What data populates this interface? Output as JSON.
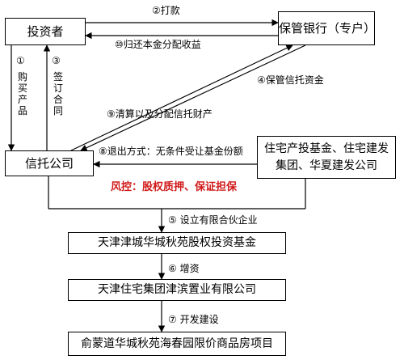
{
  "nodes": {
    "investor": "投资者",
    "custodian_bank": "保管银行（专户）",
    "trust_company": "信托公司",
    "sponsors": "住宅产投基金、住宅建发集团、华夏建发公司",
    "fund": "天津津城华城秋苑股权投资基金",
    "project_company": "天津住宅集团津滨置业有限公司",
    "project": "俞蒙道华城秋苑海春园限价商品房项目"
  },
  "edges": {
    "e1": {
      "num": "①",
      "text": "购买产品"
    },
    "e2": "②打款",
    "e3": {
      "num": "③",
      "text": "签订合同"
    },
    "e4": "④保管信托资金",
    "e5": "⑤ 设立有限合伙企业",
    "e6": "⑥ 增资",
    "e7": "⑦ 开发建设",
    "e8": "⑧退出方式：无条件受让基金份额",
    "e9": "⑨清算以及分配信托财产",
    "e10": "⑩归还本金分配收益"
  },
  "risk_control": "风控：股权质押、保证担保"
}
